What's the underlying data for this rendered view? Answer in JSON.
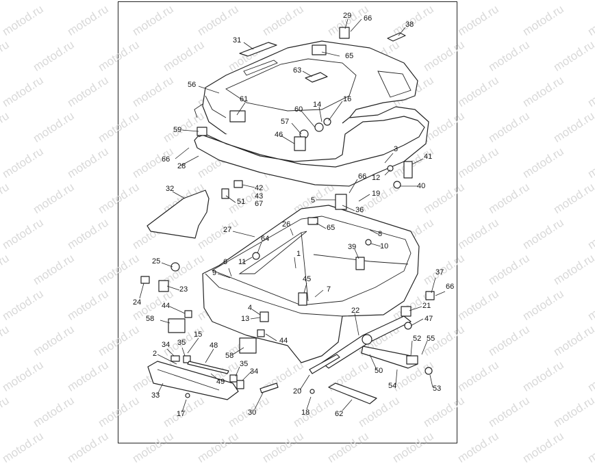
{
  "watermark": "motod.ru",
  "callouts": [
    "1",
    "2",
    "3",
    "4",
    "5",
    "6",
    "7",
    "8",
    "9",
    "10",
    "11",
    "12",
    "13",
    "14",
    "15",
    "16",
    "17",
    "18",
    "19",
    "20",
    "21",
    "22",
    "23",
    "24",
    "25",
    "26",
    "27",
    "28",
    "29",
    "30",
    "31",
    "32",
    "33",
    "34",
    "35",
    "36",
    "37",
    "38",
    "39",
    "40",
    "41",
    "42",
    "43",
    "44",
    "45",
    "46",
    "47",
    "48",
    "49",
    "50",
    "51",
    "52",
    "53",
    "54",
    "55",
    "56",
    "57",
    "58",
    "59",
    "60",
    "61",
    "62",
    "63",
    "64",
    "65",
    "66",
    "67"
  ],
  "labels": {
    "l29": "29",
    "l66a": "66",
    "l38": "38",
    "l31": "31",
    "l65a": "65",
    "l63": "63",
    "l56": "56",
    "l61": "61",
    "l14": "14",
    "l16": "16",
    "l60": "60",
    "l57": "57",
    "l59": "59",
    "l46": "46",
    "l66b": "66",
    "l28": "28",
    "l3": "3",
    "l41": "41",
    "l12": "12",
    "l40": "40",
    "l66c": "66",
    "l32": "32",
    "l42": "42",
    "l43": "43",
    "l51": "51",
    "l67": "67",
    "l5": "5",
    "l19": "19",
    "l36": "36",
    "l26": "26",
    "l65b": "65",
    "l27": "27",
    "l64": "64",
    "l8": "8",
    "l10": "10",
    "l39": "39",
    "l11": "11",
    "l1": "1",
    "l25": "25",
    "l6": "6",
    "l9": "9",
    "l45": "45",
    "l37": "37",
    "l66d": "66",
    "l7": "7",
    "l23": "23",
    "l24": "24",
    "l44a": "44",
    "l21": "21",
    "l4": "4",
    "l22": "22",
    "l47": "47",
    "l13": "13",
    "l58a": "58",
    "l44b": "44",
    "l15": "15",
    "l52": "52",
    "l55": "55",
    "l34a": "34",
    "l35a": "35",
    "l48": "48",
    "l2": "2",
    "l58b": "58",
    "l50": "50",
    "l35b": "35",
    "l34b": "34",
    "l49": "49",
    "l54": "54",
    "l53": "53",
    "l33": "33",
    "l20": "20",
    "l30": "30",
    "l17": "17",
    "l18": "18",
    "l62": "62"
  }
}
